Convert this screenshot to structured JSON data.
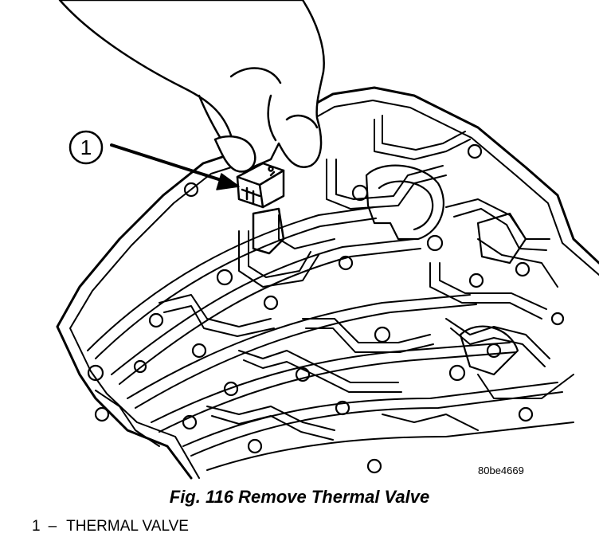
{
  "figure": {
    "callout_number": "1",
    "image_code": "80be4669",
    "caption": "Fig. 116 Remove Thermal Valve"
  },
  "legend": [
    {
      "number": "1",
      "separator": "–",
      "text": "THERMAL VALVE"
    }
  ],
  "colors": {
    "ink": "#000000",
    "background": "#ffffff"
  }
}
